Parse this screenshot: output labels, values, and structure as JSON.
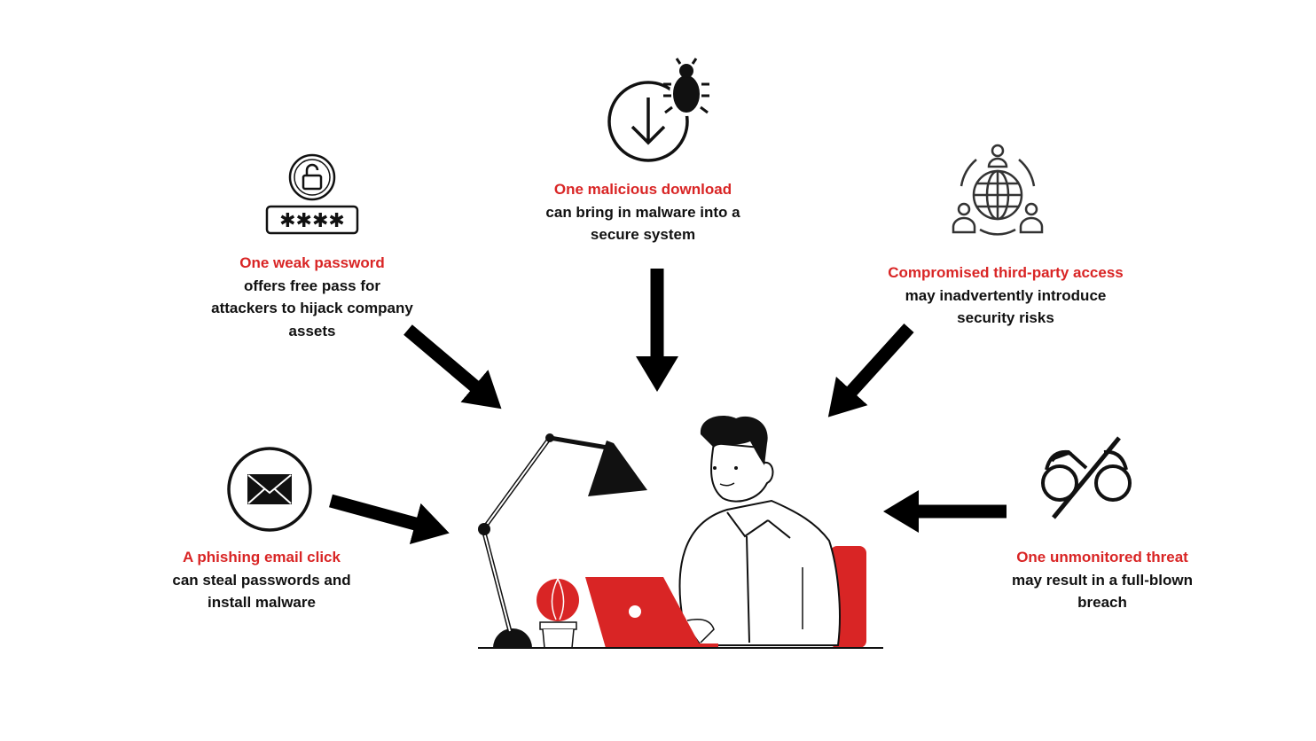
{
  "colors": {
    "accent": "#d92525",
    "ink": "#111111"
  },
  "items": {
    "password": {
      "title": "One weak password",
      "lines": [
        "offers free pass for",
        "attackers to hijack company",
        "assets"
      ],
      "icon": "lock-password-icon"
    },
    "download": {
      "title": "One malicious download",
      "lines": [
        "can bring in malware into a",
        "secure system"
      ],
      "icon": "download-bug-icon"
    },
    "third_party": {
      "title": "Compromised third-party access",
      "lines": [
        "may inadvertently introduce",
        "security risks"
      ],
      "icon": "globe-network-icon"
    },
    "phishing": {
      "title": "A phishing email click",
      "lines": [
        "can steal passwords and",
        "install malware"
      ],
      "icon": "envelope-icon"
    },
    "threat": {
      "title": "One unmonitored threat",
      "lines": [
        "may result in a full-blown",
        "breach"
      ],
      "icon": "binoculars-slash-icon"
    }
  },
  "password_mask": "✱✱✱✱"
}
